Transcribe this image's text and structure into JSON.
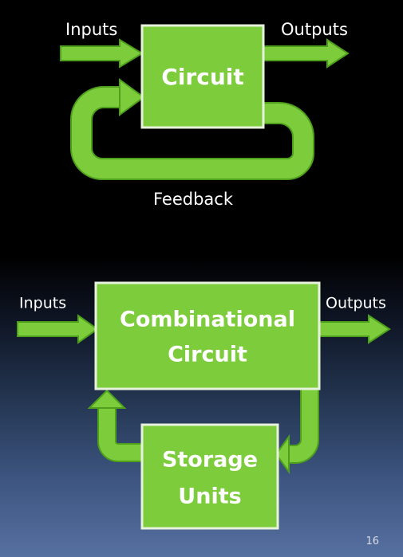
{
  "diagram1": {
    "box_label": "Circuit",
    "input_label": "Inputs",
    "output_label": "Outputs",
    "feedback_label": "Feedback"
  },
  "diagram2": {
    "box_label_line1": "Combinational",
    "box_label_line2": "Circuit",
    "storage_label_line1": "Storage",
    "storage_label_line2": "Units",
    "input_label": "Inputs",
    "output_label": "Outputs"
  },
  "colors": {
    "green": "#7ccc3c",
    "box_border": "#e6f2dc",
    "arrow_outline": "#4ea01c"
  },
  "page_number": "16"
}
